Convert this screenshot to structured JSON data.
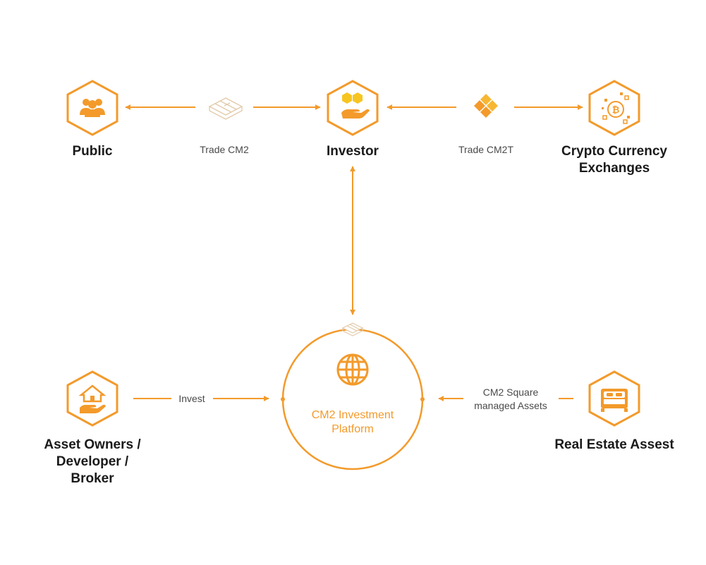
{
  "colors": {
    "accent": "#f39a2b",
    "text": "#1a1a1a",
    "muted": "#4a4a4a",
    "light": "#e2c9a8"
  },
  "nodes": {
    "public": {
      "label": "Public",
      "icon": "people-icon"
    },
    "investor": {
      "label": "Investor",
      "icon": "hand-cubes-icon"
    },
    "exchanges": {
      "line1": "Crypto Currency",
      "line2": "Exchanges",
      "icon": "bitcoin-coin-icon"
    },
    "asset_owners": {
      "line1": "Asset Owners /",
      "line2": "Developer /",
      "line3": "Broker",
      "icon": "house-hand-icon"
    },
    "real_estate": {
      "label": "Real Estate Assest",
      "icon": "bed-icon"
    },
    "platform": {
      "line1": "CM2 Investment",
      "line2": "Platform",
      "icon": "globe-icon"
    }
  },
  "edges": {
    "trade_cm2": "Trade CM2",
    "trade_cm2t": "Trade CM2T",
    "invest": "Invest",
    "managed_line1": "CM2 Square",
    "managed_line2": "managed Assets"
  }
}
